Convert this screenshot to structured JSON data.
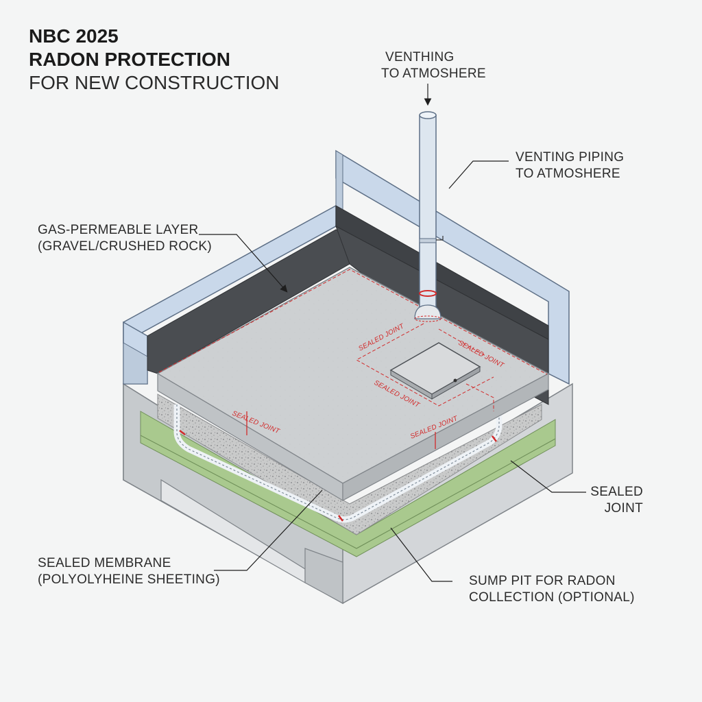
{
  "title": {
    "line1": "NBC 2025",
    "line2": "RADON PROTECTION",
    "line3": "FOR NEW CONSTRUCTION"
  },
  "callouts": {
    "venting_top": [
      "VENTHING",
      "TO ATMOSHERE"
    ],
    "venting_piping": [
      "VENTING PIPING",
      "TO ATMOSHERE"
    ],
    "gas_layer": [
      "GAS-PERMEABLE LAYER",
      "(GRAVEL/CRUSHED ROCK)"
    ],
    "sealed_joint_right": [
      "SEALED",
      "JOINT"
    ],
    "sealed_membrane": [
      "SEALED MEMBRANE",
      "(POLYOLYHEINE SHEETING)"
    ],
    "sump_pit": [
      "SUMP PIT FOR RADON",
      "COLLECTION (OPTIONAL)"
    ]
  },
  "joint_labels": {
    "j1": "SEALED JOINT",
    "j2": "SEALED JOINT",
    "j3": "SEALED JOINT",
    "j4": "SEALED JOINT",
    "j5": "SEALED JOINT"
  },
  "colors": {
    "wall_blue": "#c9d8ea",
    "wall_dark": "#4a4d51",
    "slab": "#cfd2d4",
    "gravel": "#c2c3c3",
    "membrane_green": "#a9c98e",
    "foundation": "#d6d9dc",
    "seal_red": "#d22a2a",
    "pipe": "#dde6ef"
  }
}
